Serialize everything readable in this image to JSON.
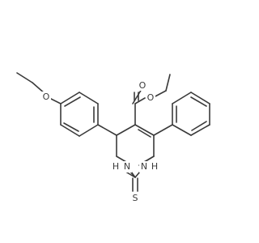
{
  "molecule": {
    "atom_labels": {
      "ether_oxygen": "O",
      "carbonyl_oxygen": "O",
      "ester_oxygen": "O",
      "nitrogen_left": "N",
      "nitrogen_right": "N",
      "hydrogen_left": "H",
      "hydrogen_right": "H",
      "sulfur": "S"
    },
    "colors": {
      "bond": "#3a3a3a",
      "label": "#3a3a3a",
      "background": "#ffffff"
    }
  }
}
